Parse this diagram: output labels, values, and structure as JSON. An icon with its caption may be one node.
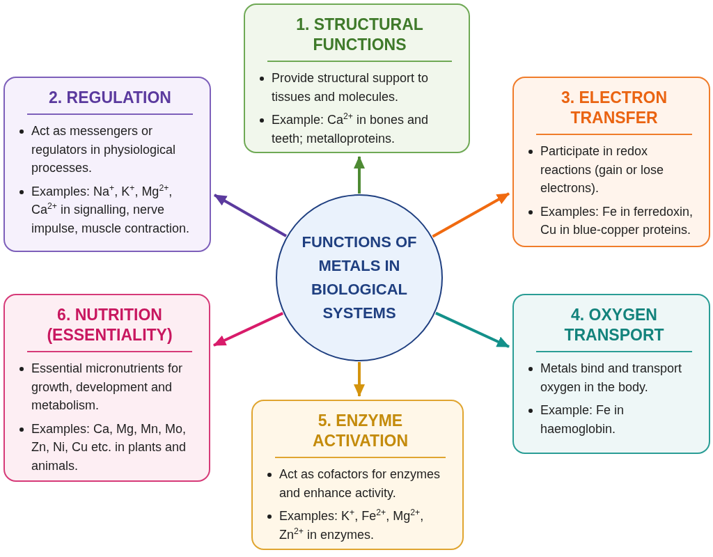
{
  "diagram": {
    "nodes": [
      {
        "text": [
          "FUNCTIONS OF METALS IN BIOLOGICAL SYSTEMS"
        ]
      },
      {
        "text": [
          "1. STRUCTURAL FUNCTIONS",
          "Provide structural support to tissues and molecules.",
          "Example: Ca$^{2+}$ in bones and teeth; metalloproteins."
        ]
      },
      {
        "text": [
          "2. REGULATION",
          "Act as messengers or regulators in physiological processes.",
          "Examples: Na$^{+}$, K$^{+}$, Mg$^{2+}$, Ca$^{2+}$ in signalling, nerve impulse, muscle contraction."
        ]
      },
      {
        "text": [
          "3. ELECTRON TRANSFER",
          "Participate in redox reactions (gain or lose electrons).",
          "Examples: Fe in ferredoxin, Cu in blue-copper proteins."
        ]
      },
      {
        "text": [
          "4. OXYGEN TRANSPORT",
          "Metals bind and transport oxygen in the body.",
          "Example: Fe in haemoglobin."
        ]
      },
      {
        "text": [
          "5. ENZYME ACTIVATION",
          "Act as cofactors for enzymes and enhance activity.",
          "Examples: K$^{+}$, Fe$^{2+}$, Mg$^{2+}$, Zn$^{2+}$ in enzymes."
        ]
      },
      {
        "text": [
          "6. NUTRITION (ESSENTIALITY)",
          "Essential micronutrients for growth, development and metabolism.",
          "Examples: Ca, Mg, Mn, Mo, Zn, Ni, Cu etc. in plants and animals."
        ]
      }
    ],
    "edges": [
      {
        "from": 0,
        "to": 1,
        "arrow": "to",
        "color": "#4e8a33"
      },
      {
        "from": 0,
        "to": 2,
        "arrow": "to",
        "color": "#5b3a9e"
      },
      {
        "from": 0,
        "to": 3,
        "arrow": "to",
        "color": "#f06a10"
      },
      {
        "from": 0,
        "to": 4,
        "arrow": "to",
        "color": "#13908a"
      },
      {
        "from": 0,
        "to": 5,
        "arrow": "to",
        "color": "#d4940e"
      },
      {
        "from": 0,
        "to": 6,
        "arrow": "to",
        "color": "#d81b6a"
      }
    ]
  }
}
